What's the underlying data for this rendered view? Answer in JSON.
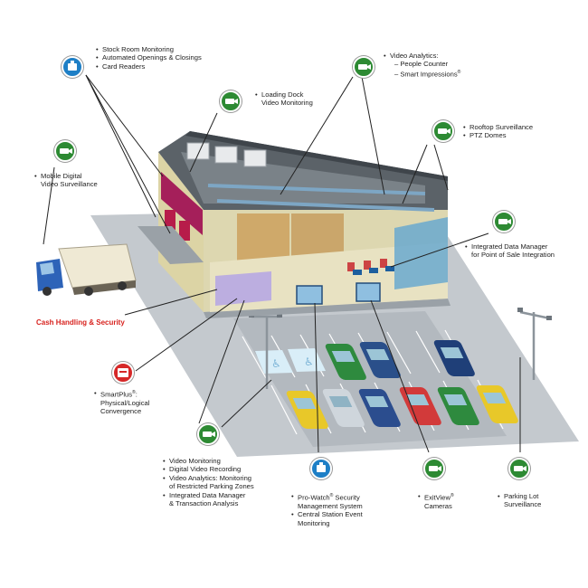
{
  "labels": {
    "stock_room": [
      "Stock Room Monitoring",
      "Automated Openings & Closings",
      "Card Readers"
    ],
    "video_analytics": {
      "title": "Video Analytics:",
      "items": [
        "– People Counter",
        "– Smart Impressions"
      ]
    },
    "loading_dock": [
      "Loading Dock",
      "Video Monitoring"
    ],
    "rooftop": [
      "Rooftop Surveillance",
      "PTZ Domes"
    ],
    "mobile": [
      "Mobile Digital",
      "Video Surveillance"
    ],
    "integrated_pos": [
      "Integrated Data Manager",
      "for Point of Sale Integration"
    ],
    "cash_handling": "Cash Handling & Security",
    "smartplus": [
      "SmartPlus",
      "Physical/Logical",
      "Convergence"
    ],
    "video_monitoring": [
      "Video Monitoring",
      "Digital Video Recording",
      "Video Analytics: Monitoring",
      "of Restricted Parking Zones",
      "Integrated Data Manager",
      "& Transaction Analysis"
    ],
    "prowatch": [
      "Pro-Watch",
      "Security",
      "Management System",
      "Central Station Event",
      "Monitoring"
    ],
    "exitview": [
      "ExitView",
      "Cameras"
    ],
    "parking_lot": [
      "Parking Lot",
      "Surveillance"
    ]
  },
  "colors": {
    "camera_badge": "#2d8a33",
    "access_badge": "#1e7fc6",
    "smartplus_badge": "#d62828",
    "cash_label": "#d8231f"
  },
  "icons": {
    "camera": "security-camera-icon",
    "access": "card-reader-icon",
    "smartplus": "smartplus-icon"
  }
}
